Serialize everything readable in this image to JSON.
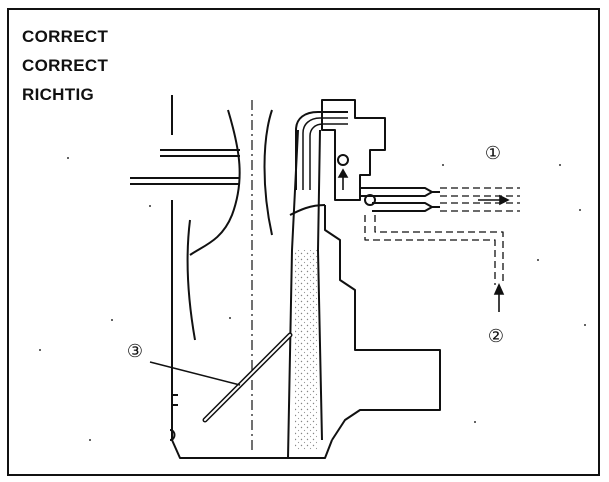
{
  "headings": [
    "CORRECT",
    "CORRECT",
    "RICHTIG"
  ],
  "callouts": {
    "one": "①",
    "two": "②",
    "three": "③"
  }
}
